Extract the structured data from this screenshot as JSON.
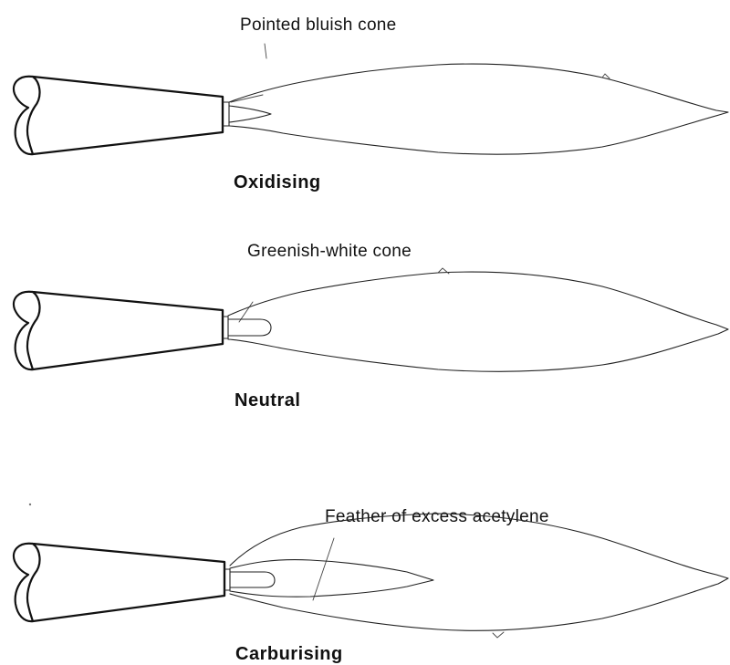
{
  "flames": [
    {
      "id": "oxidising",
      "annotation": "Pointed bluish cone",
      "caption": "Oxidising"
    },
    {
      "id": "neutral",
      "annotation": "Greenish-white cone",
      "caption": "Neutral"
    },
    {
      "id": "carburising",
      "annotation": "Feather of excess acetylene",
      "caption": "Carburising"
    }
  ]
}
